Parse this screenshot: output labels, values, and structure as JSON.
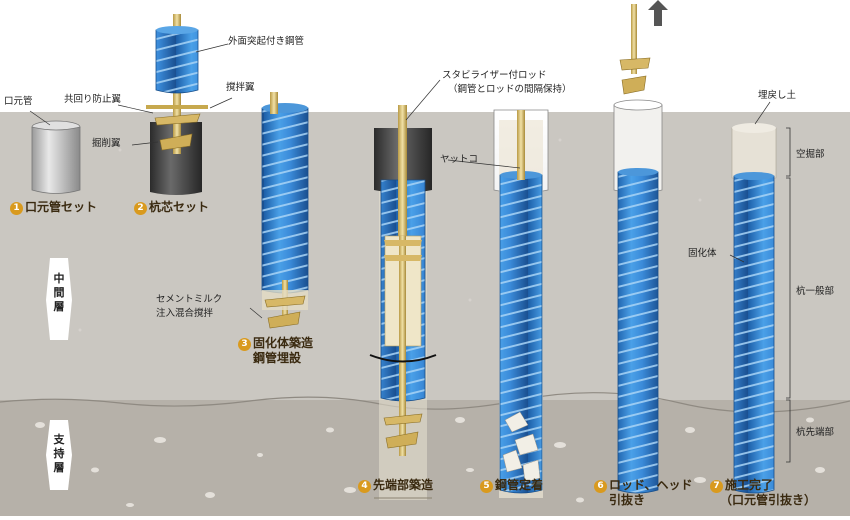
{
  "labels": {
    "guide_pipe": "口元管",
    "outer_pipe": "外面突起付き鋼管",
    "co_rotation_wing": "共回り防止翼",
    "stir_wing": "撹拌翼",
    "dig_wing": "掘削翼",
    "stabilizer_line1": "スタビライザー付ロッド",
    "stabilizer_line2": "（鋼管とロッドの間隔保持）",
    "yattoko": "ヤットコ",
    "cement_line1": "セメントミルク",
    "cement_line2": "注入混合撹拌",
    "backfill": "埋戻し土",
    "solid_body": "固化体"
  },
  "layers": {
    "middle": "中間層",
    "support": "支持層"
  },
  "right_labels": {
    "empty": "空掘部",
    "general": "杭一般部",
    "tip": "杭先端部"
  },
  "steps": [
    {
      "num": "1",
      "line1": "口元管セット",
      "line2": ""
    },
    {
      "num": "2",
      "line1": "杭芯セット",
      "line2": ""
    },
    {
      "num": "3",
      "line1": "固化体築造",
      "line2": "鋼管埋設"
    },
    {
      "num": "4",
      "line1": "先端部築造",
      "line2": ""
    },
    {
      "num": "5",
      "line1": "鋼管定着",
      "line2": ""
    },
    {
      "num": "6",
      "line1": "ロッド、ヘッド",
      "line2": "引抜き"
    },
    {
      "num": "7",
      "line1": "施工完了",
      "line2": "（口元管引抜き）"
    }
  ],
  "colors": {
    "ground": "#c9c6c0",
    "support_layer": "#b3aea6",
    "steel_pipe": "#2f7fd0",
    "step_badge": "#d99a1e",
    "rod": "#e0c878"
  }
}
